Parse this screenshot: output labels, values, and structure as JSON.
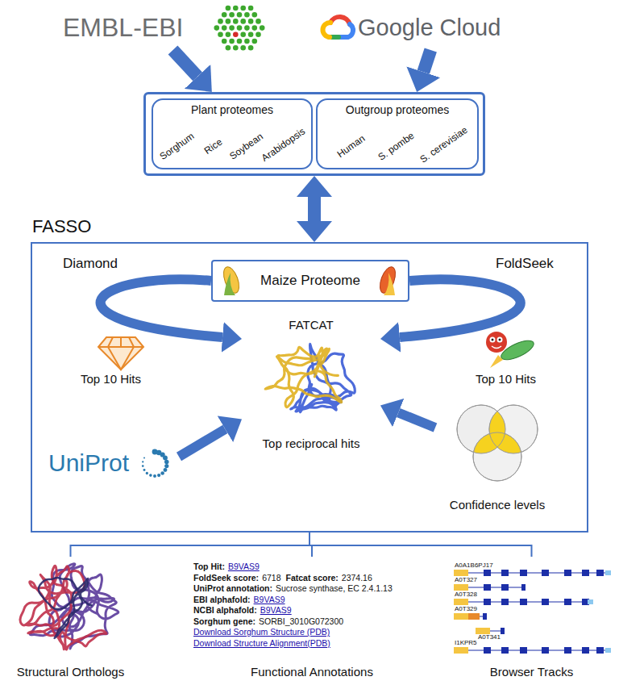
{
  "diagram": {
    "nodes": [
      {
        "text": [
          "EMBL-EBI"
        ]
      },
      {
        "text": [
          "Google Cloud"
        ]
      },
      {
        "text": []
      },
      {
        "text": [
          "Plant proteomes",
          "Sorghum",
          "Rice",
          "Soybean",
          "Arabidopsis"
        ],
        "in": 2
      },
      {
        "text": [
          "Outgroup proteomes",
          "Human",
          "S. pombe",
          "S. cerevisiae"
        ],
        "in": 2
      },
      {
        "text": [
          "FASSO"
        ]
      },
      {
        "text": [
          "Maize Proteome"
        ],
        "in": 5
      },
      {
        "text": [
          "FATCAT",
          "Top reciprocal hits"
        ],
        "in": 5
      },
      {
        "text": [
          "UniProt"
        ],
        "in": 5
      },
      {
        "text": [
          "Confidence levels"
        ],
        "in": 5
      },
      {
        "text": [
          "Structural Orthologs"
        ]
      },
      {
        "text": [
          "Top Hit:",
          "B9VAS9",
          "FoldSeek score:",
          "6718",
          "Fatcat score:",
          "2374.16",
          "UniProt annotation:",
          "Sucrose synthase, EC 2.4.1.13",
          "EBI alphafold:",
          "B9VAS9",
          "NCBI alphafold:",
          "B9VAS9",
          "Sorghum gene:",
          "SORBI_3010G072300",
          "Download Sorghum Structure (PDB)",
          "Download Structure Alignment(PDB)",
          "Functional Annotations"
        ]
      },
      {
        "text": [
          "Browser Tracks"
        ]
      }
    ],
    "edges": [
      {
        "from": 0,
        "to": 2,
        "arrow": "to"
      },
      {
        "from": 1,
        "to": 2,
        "arrow": "to"
      },
      {
        "from": 2,
        "to": 5,
        "arrow": "both"
      },
      {
        "from": 6,
        "to": 7,
        "label": "Diamond",
        "arrow": "to"
      },
      {
        "from": 6,
        "to": 7,
        "label": "FoldSeek",
        "arrow": "to"
      },
      {
        "from": 8,
        "to": 7,
        "arrow": "to"
      },
      {
        "from": 9,
        "to": 7,
        "arrow": "to"
      },
      {
        "from": 5,
        "to": 10,
        "arrow": "none"
      },
      {
        "from": 5,
        "to": 11,
        "arrow": "none"
      },
      {
        "from": 5,
        "to": 12,
        "arrow": "none"
      }
    ],
    "labels": [
      "Top 10 Hits",
      "Top 10 Hits",
      "A0A1B6PJ17",
      "A0T327",
      "A0T328",
      "A0T329",
      "A0T341",
      "I1KPR5"
    ]
  }
}
